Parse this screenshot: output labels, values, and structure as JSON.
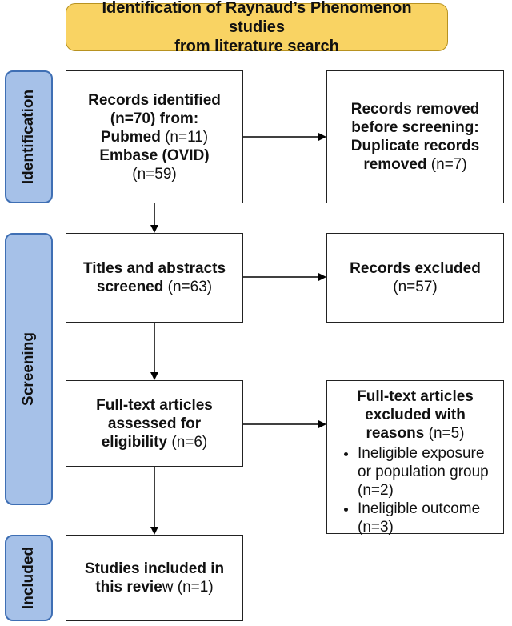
{
  "header": {
    "title_line1": "Identification of Raynaud’s Phenomenon studies",
    "title_line2": "from literature search"
  },
  "stages": {
    "identification": "Identification",
    "screening": "Screening",
    "included": "Included"
  },
  "records_identified": {
    "line1": "Records identified",
    "line2": "(n=70) from:",
    "pubmed": "Pubmed",
    "pubmed_n": "(n=11)",
    "embase": "Embase (OVID)",
    "embase_n": "(n=59)"
  },
  "records_removed": {
    "line1": "Records removed",
    "line2": "before screening:",
    "line3": "Duplicate records",
    "line4": "removed",
    "n": "(n=7)"
  },
  "screened": {
    "line1": "Titles and abstracts",
    "line2": "screened",
    "n": "(n=63)"
  },
  "excluded": {
    "line1": "Records excluded",
    "n": "(n=57)"
  },
  "fulltext": {
    "line1": "Full-text articles",
    "line2": "assessed for",
    "line3": "eligibility",
    "n": "(n=6)"
  },
  "fulltext_excluded": {
    "line1": "Full-text articles",
    "line2": "excluded with",
    "line3": "reasons",
    "n": "(n=5)",
    "reasons": [
      {
        "text": "Ineligible exposure or population group (n=2)"
      },
      {
        "text": "Ineligible outcome (n=3)"
      }
    ]
  },
  "included": {
    "line1": "Studies included in",
    "line2a": "this revie",
    "line2b": "w",
    "n": "(n=1)"
  }
}
